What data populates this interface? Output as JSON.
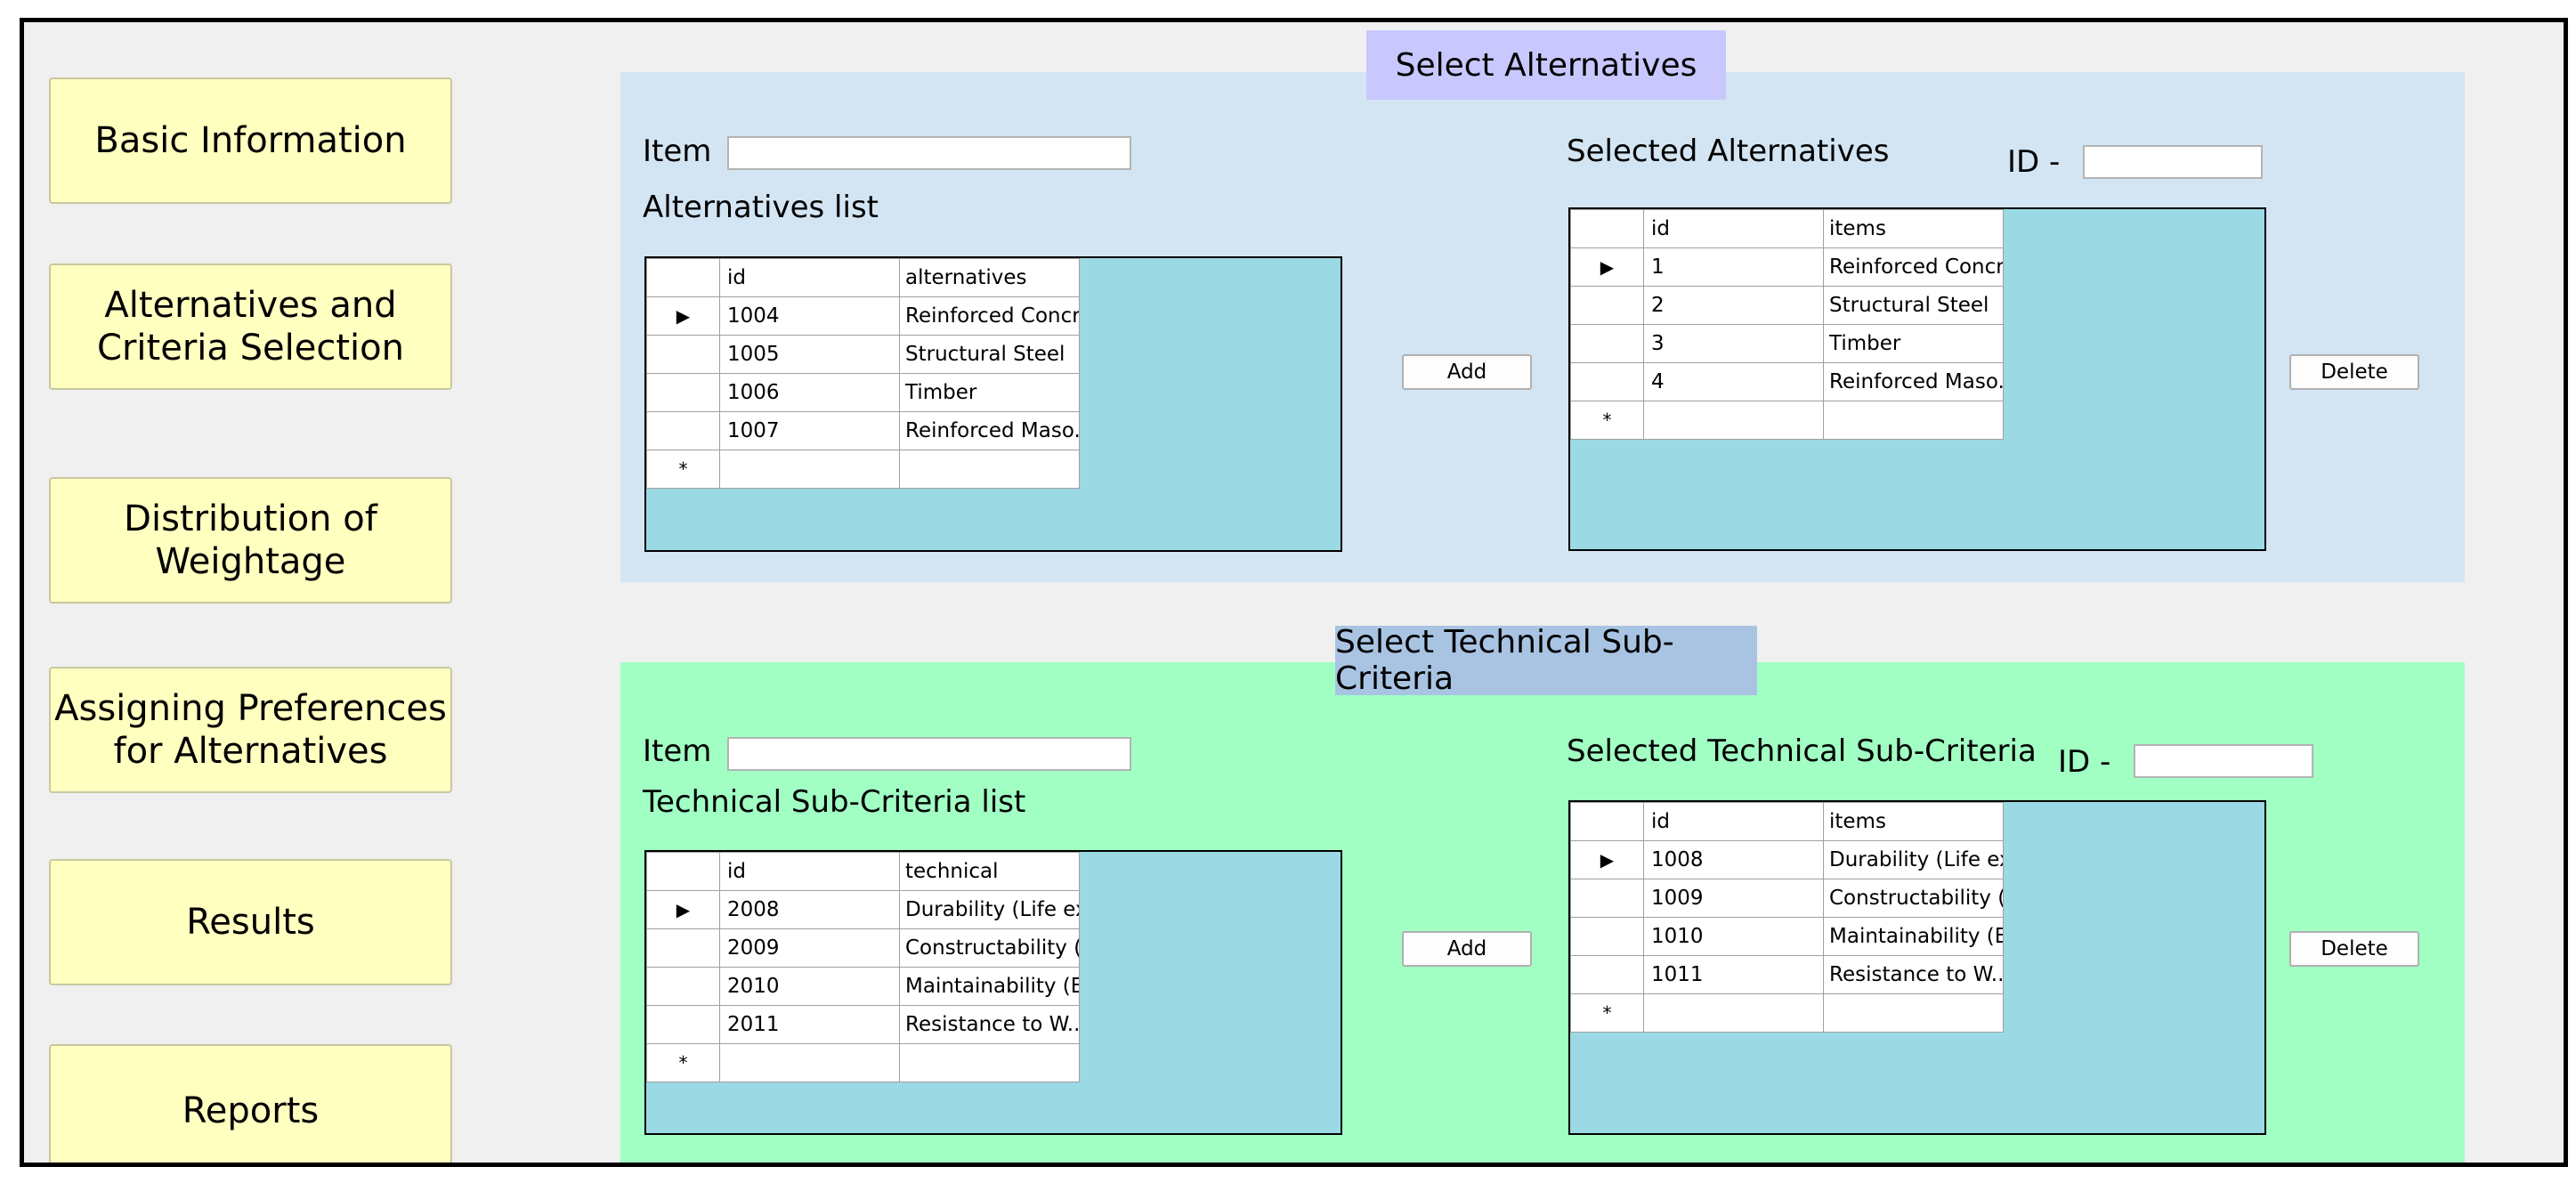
{
  "nav": [
    {
      "label": "Basic Information"
    },
    {
      "label": "Alternatives and\nCriteria Selection"
    },
    {
      "label": "Distribution of\nWeightage"
    },
    {
      "label": "Assigning Preferences\nfor Alternatives"
    },
    {
      "label": "Results"
    },
    {
      "label": "Reports"
    }
  ],
  "alt": {
    "tab": "Select Alternatives",
    "item_label": "Item",
    "item_value": "",
    "list_label": "Alternatives list",
    "selected_label": "Selected Alternatives",
    "id_label": "ID -",
    "id_value": "",
    "add": "Add",
    "delete": "Delete",
    "list_headers": [
      "id",
      "alternatives"
    ],
    "list_rows": [
      [
        "1004",
        "Reinforced Concr..."
      ],
      [
        "1005",
        "Structural Steel"
      ],
      [
        "1006",
        "Timber"
      ],
      [
        "1007",
        "Reinforced Maso..."
      ]
    ],
    "sel_headers": [
      "id",
      "items"
    ],
    "sel_rows": [
      [
        "1",
        "Reinforced Concr..."
      ],
      [
        "2",
        "Structural Steel"
      ],
      [
        "3",
        "Timber"
      ],
      [
        "4",
        "Reinforced Maso..."
      ]
    ]
  },
  "tech": {
    "tab": "Select Technical Sub-Criteria",
    "item_label": "Item",
    "item_value": "",
    "list_label": "Technical Sub-Criteria list",
    "selected_label": "Selected Technical Sub-Criteria",
    "id_label": "ID -",
    "id_value": "",
    "add": "Add",
    "delete": "Delete",
    "list_headers": [
      "id",
      "technical"
    ],
    "list_rows": [
      [
        "2008",
        "Durability (Life ex..."
      ],
      [
        "2009",
        "Constructability (..."
      ],
      [
        "2010",
        "Maintainability (E..."
      ],
      [
        "2011",
        "Resistance to W..."
      ]
    ],
    "sel_headers": [
      "id",
      "items"
    ],
    "sel_rows": [
      [
        "1008",
        "Durability (Life ex..."
      ],
      [
        "1009",
        "Constructability (..."
      ],
      [
        "1010",
        "Maintainability (E..."
      ],
      [
        "1011",
        "Resistance to W..."
      ]
    ]
  },
  "grid_glyphs": {
    "current_row": "▶",
    "new_row": "*"
  }
}
